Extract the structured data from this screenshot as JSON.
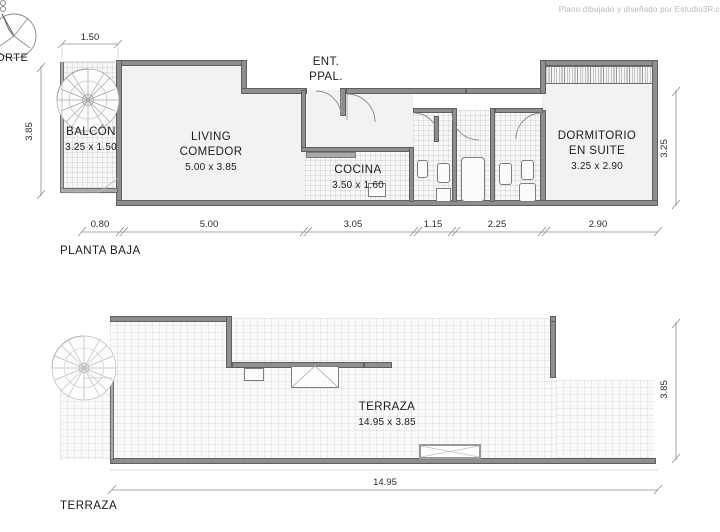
{
  "watermark": "Plano dibujado y diseñado por Estudio3R.c",
  "compass": {
    "label": "ORTE",
    "icon": "compass-north-icon"
  },
  "plans": [
    {
      "id": "planta-baja",
      "label": "PLANTA BAJA",
      "rooms": [
        {
          "key": "balcon",
          "name": "BALCÓN",
          "dims": "3.25 x 1.50"
        },
        {
          "key": "living",
          "name": "LIVING\nCOMEDOR",
          "dims": "5.00 x 3.85"
        },
        {
          "key": "cocina",
          "name": "COCINA",
          "dims": "3.50 x 1.60"
        },
        {
          "key": "dormitorio",
          "name": "DORMITORIO\nEN SUITE",
          "dims": "3.25 x 2.90"
        }
      ],
      "room_names": {
        "balcon": "BALCÓN",
        "living_l1": "LIVING",
        "living_l2": "COMEDOR",
        "cocina": "COCINA",
        "dorm_l1": "DORMITORIO",
        "dorm_l2": "EN SUITE"
      },
      "room_dims": {
        "balcon": "3.25 x 1.50",
        "living": "5.00 x 3.85",
        "cocina": "3.50 x 1.60",
        "dormitorio": "3.25 x 2.90"
      },
      "entrance_label_l1": "ENT.",
      "entrance_label_l2": "PPAL.",
      "dim_top": "1.50",
      "dim_left": "3.85",
      "dim_right": "3.25",
      "dim_bottom": [
        "0.80",
        "5.00",
        "3.05",
        "1.15",
        "2.25",
        "2.90"
      ]
    },
    {
      "id": "terraza",
      "label": "TERRAZA",
      "room_name": "TERRAZA",
      "room_dims": "14.95 x 3.85",
      "dim_bottom": "14.95",
      "dim_right": "3.85"
    }
  ],
  "colors": {
    "wall": "#8e8e8e",
    "wall_stroke": "#5f5f5f",
    "floor": "#f2f2f2",
    "tile_line": "#9b9b9b",
    "text": "#1c1c1c",
    "dim_text": "#2b2b2b",
    "watermark": "#b9b9b9"
  }
}
